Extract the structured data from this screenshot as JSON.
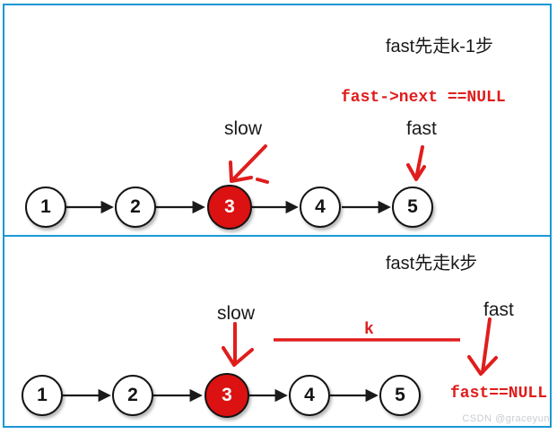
{
  "diagram_subject": "linked-list fast/slow pointer (find k-th from end)",
  "colors": {
    "border_blue": "#1a97d6",
    "node_red": "#dc1111",
    "annotation_red": "#e01d1d",
    "line_black": "#1a1a1a",
    "text_black": "#1a1a1a",
    "watermark_gray": "#c9cdd1",
    "node_fill": "#ffffff"
  },
  "panel_top": {
    "title": "fast先走k-1步",
    "condition": "fast->next ==NULL",
    "slow_label": "slow",
    "fast_label": "fast",
    "nodes": [
      "1",
      "2",
      "3",
      "4",
      "5"
    ],
    "highlighted_node": "3",
    "slow_points_to": "3",
    "fast_points_to": "5"
  },
  "panel_bottom": {
    "title": "fast先走k步",
    "condition": "fast==NULL",
    "slow_label": "slow",
    "fast_label": "fast",
    "k_label": "k",
    "nodes": [
      "1",
      "2",
      "3",
      "4",
      "5"
    ],
    "highlighted_node": "3",
    "slow_points_to": "3",
    "fast_points_to": "NULL (past node 5)"
  },
  "watermark": {
    "text": "CSDN @graceyun"
  }
}
